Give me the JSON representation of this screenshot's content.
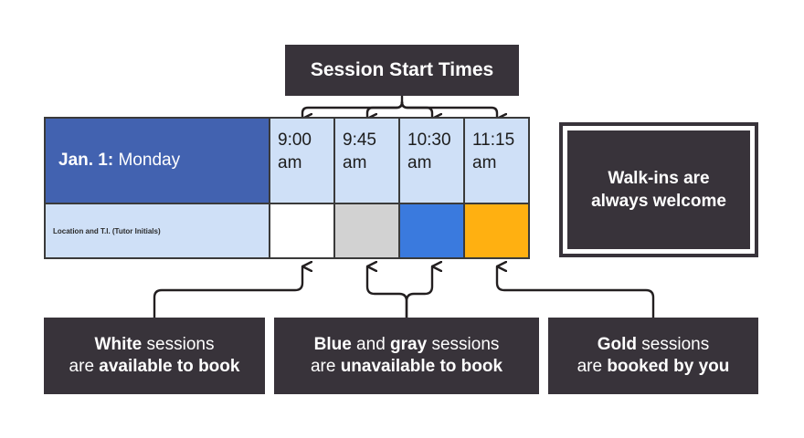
{
  "title_callout": {
    "label": "Session Start Times"
  },
  "schedule": {
    "day": {
      "date_label": "Jan. 1:",
      "day_label": "Monday"
    },
    "location_label": "Location and T.I. (Tutor Initials)",
    "time_slots": [
      {
        "time": "9:00",
        "meridiem": "am",
        "state": "white",
        "state_label": "available"
      },
      {
        "time": "9:45",
        "meridiem": "am",
        "state": "gray",
        "state_label": "unavailable"
      },
      {
        "time": "10:30",
        "meridiem": "am",
        "state": "blue",
        "state_label": "unavailable"
      },
      {
        "time": "11:15",
        "meridiem": "am",
        "state": "gold",
        "state_label": "booked-by-you"
      }
    ]
  },
  "walkins": {
    "line1": "Walk-ins are",
    "line2": "always welcome"
  },
  "legend": [
    {
      "id": "white",
      "line1_bold": "White",
      "line1_rest": " sessions",
      "line2_rest": "are ",
      "line2_bold": "available to book"
    },
    {
      "id": "blue-gray",
      "line1_bold": "Blue",
      "line1_mid": " and ",
      "line1_bold2": "gray",
      "line1_rest": " sessions",
      "line2_rest": "are ",
      "line2_bold": "unavailable to book"
    },
    {
      "id": "gold",
      "line1_bold": "Gold",
      "line1_rest": " sessions",
      "line2_rest": "are ",
      "line2_bold": "booked by you"
    }
  ],
  "colors": {
    "dark": "#38333a",
    "header_blue": "#4262b0",
    "light_blue": "#cfe0f7",
    "session_white": "#ffffff",
    "session_gray": "#d2d2d2",
    "session_blue": "#3a7ade",
    "session_gold": "#ffb011",
    "border": "#3a3a3a",
    "background": "#ffffff"
  }
}
